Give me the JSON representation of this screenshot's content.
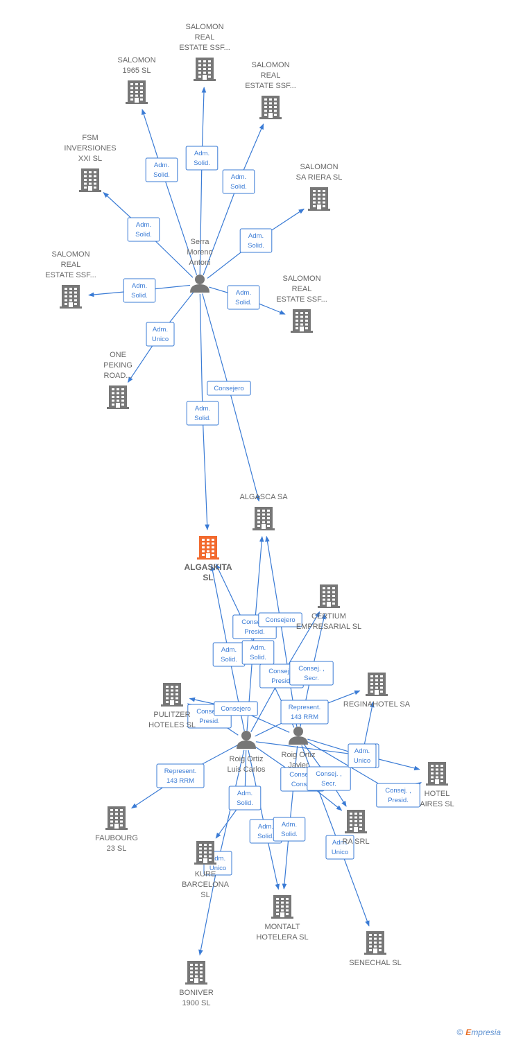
{
  "colors": {
    "edge": "#3a7bd5",
    "company": "#777777",
    "focus": "#f26a2e",
    "person": "#777777",
    "label": "#666666"
  },
  "footer": {
    "copyright": "©",
    "brand_e": "E",
    "brand_rest": "mpresia"
  },
  "nodes": [
    {
      "id": "salomon_ssf_top",
      "type": "company",
      "label": [
        "SALOMON",
        "REAL",
        "ESTATE SSF..."
      ]
    },
    {
      "id": "salomon_1965",
      "type": "company",
      "label": [
        "SALOMON",
        "1965  SL"
      ]
    },
    {
      "id": "salomon_ssf_right",
      "type": "company",
      "label": [
        "SALOMON",
        "REAL",
        "ESTATE SSF..."
      ]
    },
    {
      "id": "fsm",
      "type": "company",
      "label": [
        "FSM",
        "INVERSIONES",
        "XXI  SL"
      ]
    },
    {
      "id": "salomon_riera",
      "type": "company",
      "label": [
        "SALOMON",
        "SA RIERA  SL"
      ]
    },
    {
      "id": "salomon_ssf_left",
      "type": "company",
      "label": [
        "SALOMON",
        "REAL",
        "ESTATE SSF..."
      ]
    },
    {
      "id": "salomon_ssf_mid",
      "type": "company",
      "label": [
        "SALOMON",
        "REAL",
        "ESTATE SSF..."
      ]
    },
    {
      "id": "serra",
      "type": "person",
      "label": [
        "Serra",
        "Moreno",
        "Antoni"
      ]
    },
    {
      "id": "one_peking",
      "type": "company",
      "label": [
        "ONE",
        "PEKING",
        "ROAD..."
      ]
    },
    {
      "id": "algasca",
      "type": "company",
      "label": [
        "ALGASCA SA"
      ]
    },
    {
      "id": "algaskita",
      "type": "focus",
      "label": [
        "ALGASKITA",
        "SL"
      ]
    },
    {
      "id": "certium",
      "type": "company",
      "label": [
        "CERTIUM",
        "EMPRESARIAL SL"
      ]
    },
    {
      "id": "reginahotel",
      "type": "company",
      "label": [
        "REGINAHOTEL SA"
      ]
    },
    {
      "id": "pulitzer",
      "type": "company",
      "label": [
        "PULITZER",
        "HOTELES  SL"
      ]
    },
    {
      "id": "roig_luis",
      "type": "person",
      "label": [
        "Roig Ortiz",
        "Luis Carlos"
      ]
    },
    {
      "id": "roig_javier",
      "type": "person",
      "label": [
        "Roig Ortiz",
        "Javier"
      ]
    },
    {
      "id": "hotel_aires",
      "type": "company",
      "label": [
        "HOTEL",
        "AIRES SL"
      ]
    },
    {
      "id": "faubourg",
      "type": "company",
      "label": [
        "FAUBOURG",
        "23  SL"
      ]
    },
    {
      "id": "kure",
      "type": "company",
      "label": [
        "KURE",
        "BARCELONA",
        "SL"
      ]
    },
    {
      "id": "ra_srl",
      "type": "company",
      "label": [
        "RA SRL"
      ]
    },
    {
      "id": "montalt",
      "type": "company",
      "label": [
        "MONTALT",
        "HOTELERA  SL"
      ]
    },
    {
      "id": "senechal",
      "type": "company",
      "label": [
        "SENECHAL  SL"
      ]
    },
    {
      "id": "boniver",
      "type": "company",
      "label": [
        "BONIVER",
        "1900  SL"
      ]
    }
  ],
  "edges": [
    {
      "from": "serra",
      "to": "salomon_ssf_top",
      "label": [
        "Adm.",
        "Solid."
      ]
    },
    {
      "from": "serra",
      "to": "salomon_1965",
      "label": [
        "Adm.",
        "Solid."
      ]
    },
    {
      "from": "serra",
      "to": "salomon_ssf_right",
      "label": [
        "Adm.",
        "Solid."
      ]
    },
    {
      "from": "serra",
      "to": "fsm",
      "label": [
        "Adm.",
        "Solid."
      ]
    },
    {
      "from": "serra",
      "to": "salomon_riera",
      "label": [
        "Adm.",
        "Solid."
      ]
    },
    {
      "from": "serra",
      "to": "salomon_ssf_left",
      "label": [
        "Adm.",
        "Solid."
      ]
    },
    {
      "from": "serra",
      "to": "salomon_ssf_mid",
      "label": [
        "Adm.",
        "Solid."
      ]
    },
    {
      "from": "serra",
      "to": "one_peking",
      "label": [
        "Adm.",
        "Unico"
      ]
    },
    {
      "from": "serra",
      "to": "algasca",
      "label": [
        "Consejero"
      ]
    },
    {
      "from": "serra",
      "to": "algaskita",
      "label": [
        "Adm.",
        "Solid."
      ]
    },
    {
      "from": "roig_luis",
      "to": "algaskita",
      "label": [
        "Adm.",
        "Solid."
      ]
    },
    {
      "from": "roig_javier",
      "to": "algaskita",
      "label": [
        "Adm.",
        "Solid."
      ]
    },
    {
      "from": "roig_luis",
      "to": "algasca",
      "label": [
        "Consej. ,",
        "Presid."
      ]
    },
    {
      "from": "roig_javier",
      "to": "algasca",
      "label": [
        "Consejero"
      ]
    },
    {
      "from": "roig_luis",
      "to": "certium",
      "label": [
        "Consej. ,",
        "Presid."
      ]
    },
    {
      "from": "roig_javier",
      "to": "certium",
      "label": [
        "Consej. ,",
        "Secr."
      ]
    },
    {
      "from": "roig_luis",
      "to": "pulitzer",
      "label": [
        "Consej. ,",
        "Presid."
      ]
    },
    {
      "from": "roig_javier",
      "to": "pulitzer",
      "label": [
        "Consejero"
      ]
    },
    {
      "from": "roig_luis",
      "to": "reginahotel",
      "label": [
        "Represent.",
        "143 RRM"
      ]
    },
    {
      "from": "roig_luis",
      "to": "hotel_aires",
      "label": [
        "Adm.",
        "Unico"
      ]
    },
    {
      "from": "roig_javier",
      "to": "hotel_aires",
      "label": [
        "Consej. ,",
        "Presid."
      ]
    },
    {
      "from": "roig_luis",
      "to": "faubourg",
      "label": [
        "Represent.",
        "143 RRM"
      ]
    },
    {
      "from": "roig_luis",
      "to": "kure",
      "label": [
        "Adm.",
        "Solid."
      ]
    },
    {
      "from": "roig_luis",
      "to": "boniver",
      "label": [
        "Adm.",
        "Unico"
      ]
    },
    {
      "from": "roig_luis",
      "to": "montalt",
      "label": [
        "Adm.",
        "Solid."
      ]
    },
    {
      "from": "roig_javier",
      "to": "montalt",
      "label": [
        "Adm.",
        "Solid."
      ]
    },
    {
      "from": "roig_luis",
      "to": "ra_srl",
      "label": [
        "Consej. ,",
        "Consej."
      ]
    },
    {
      "from": "roig_javier",
      "to": "ra_srl",
      "label": [
        "Consej. ,",
        "Secr."
      ]
    },
    {
      "from": "roig_javier",
      "to": "reginahotel",
      "label": [
        "Adm.",
        "Unico"
      ]
    },
    {
      "from": "roig_javier",
      "to": "senechal",
      "label": [
        "Adm.",
        "Unico"
      ]
    }
  ]
}
